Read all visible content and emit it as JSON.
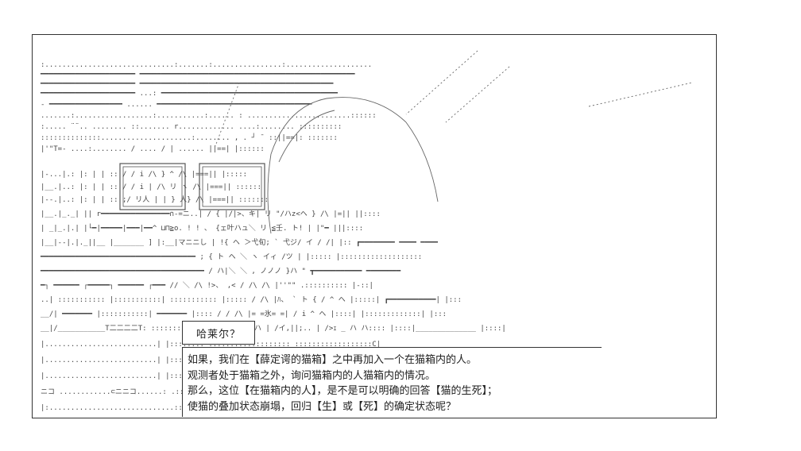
{
  "speaker": {
    "name": "哈莱尔？"
  },
  "dialogue": {
    "lines": [
      "如果，我们在【薛定谔的猫箱】之中再加入一个在猫箱内的人。",
      "观测者处于猫箱之外，询问猫箱内的人猫箱内的情况。",
      "那么，这位【在猫箱内的人】，是不是可以明确的回答【猫的生死】；",
      "使猫的叠加状态崩塌，回归【生】或【死】的确定状态呢？"
    ]
  },
  "colors": {
    "ink": "#222222",
    "art": "#444444",
    "frame": "#333333",
    "background": "#ffffff"
  }
}
